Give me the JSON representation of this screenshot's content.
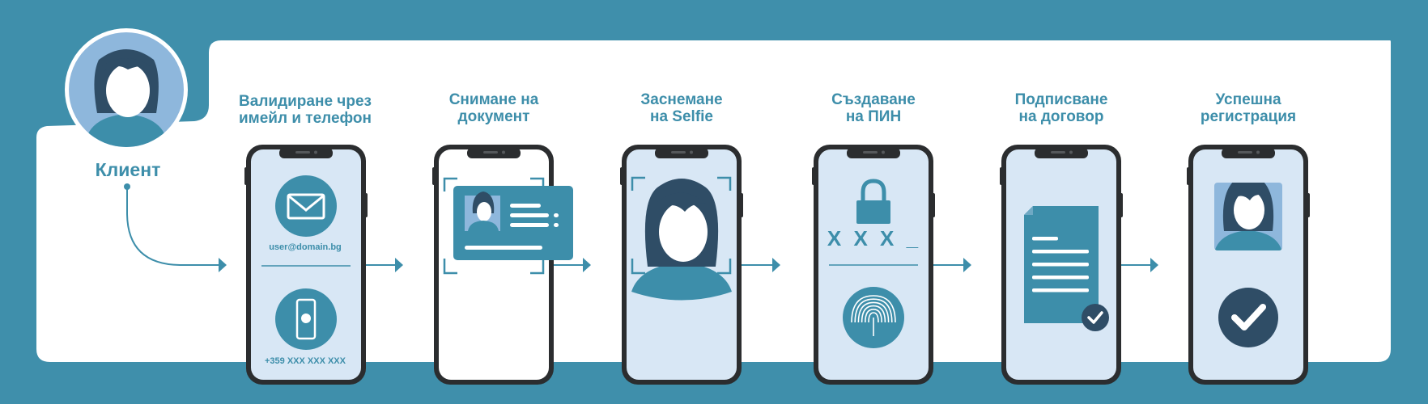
{
  "client": {
    "label": "Клиент"
  },
  "steps": [
    {
      "title_line1": "Валидиране чрез",
      "title_line2": "имейл и телефон",
      "email": "user@domain.bg",
      "phone": "+359 XXX XXX XXX"
    },
    {
      "title_line1": "Снимане на",
      "title_line2": "документ"
    },
    {
      "title_line1": "Заснемане",
      "title_line2": "на Selfie"
    },
    {
      "title_line1": "Създаване",
      "title_line2": "на ПИН",
      "pin_mask": "X X X _"
    },
    {
      "title_line1": "Подписване",
      "title_line2": "на договор"
    },
    {
      "title_line1": "Успешна",
      "title_line2": "регистрация"
    }
  ],
  "icons": [
    "avatar-icon",
    "envelope-icon",
    "phone-icon",
    "id-card-icon",
    "selfie-face-icon",
    "lock-icon",
    "fingerprint-icon",
    "document-icon",
    "check-badge-icon",
    "profile-photo-icon",
    "check-circle-icon",
    "arrow-icon"
  ],
  "colors": {
    "frame": "#3f8fab",
    "panel": "#ffffff",
    "accent": "#3d8eaa",
    "screen": "#d8e7f5",
    "phone_body": "#2b2d2f",
    "dark_hair": "#2f4d66",
    "light_blue": "#8eb7dc"
  }
}
